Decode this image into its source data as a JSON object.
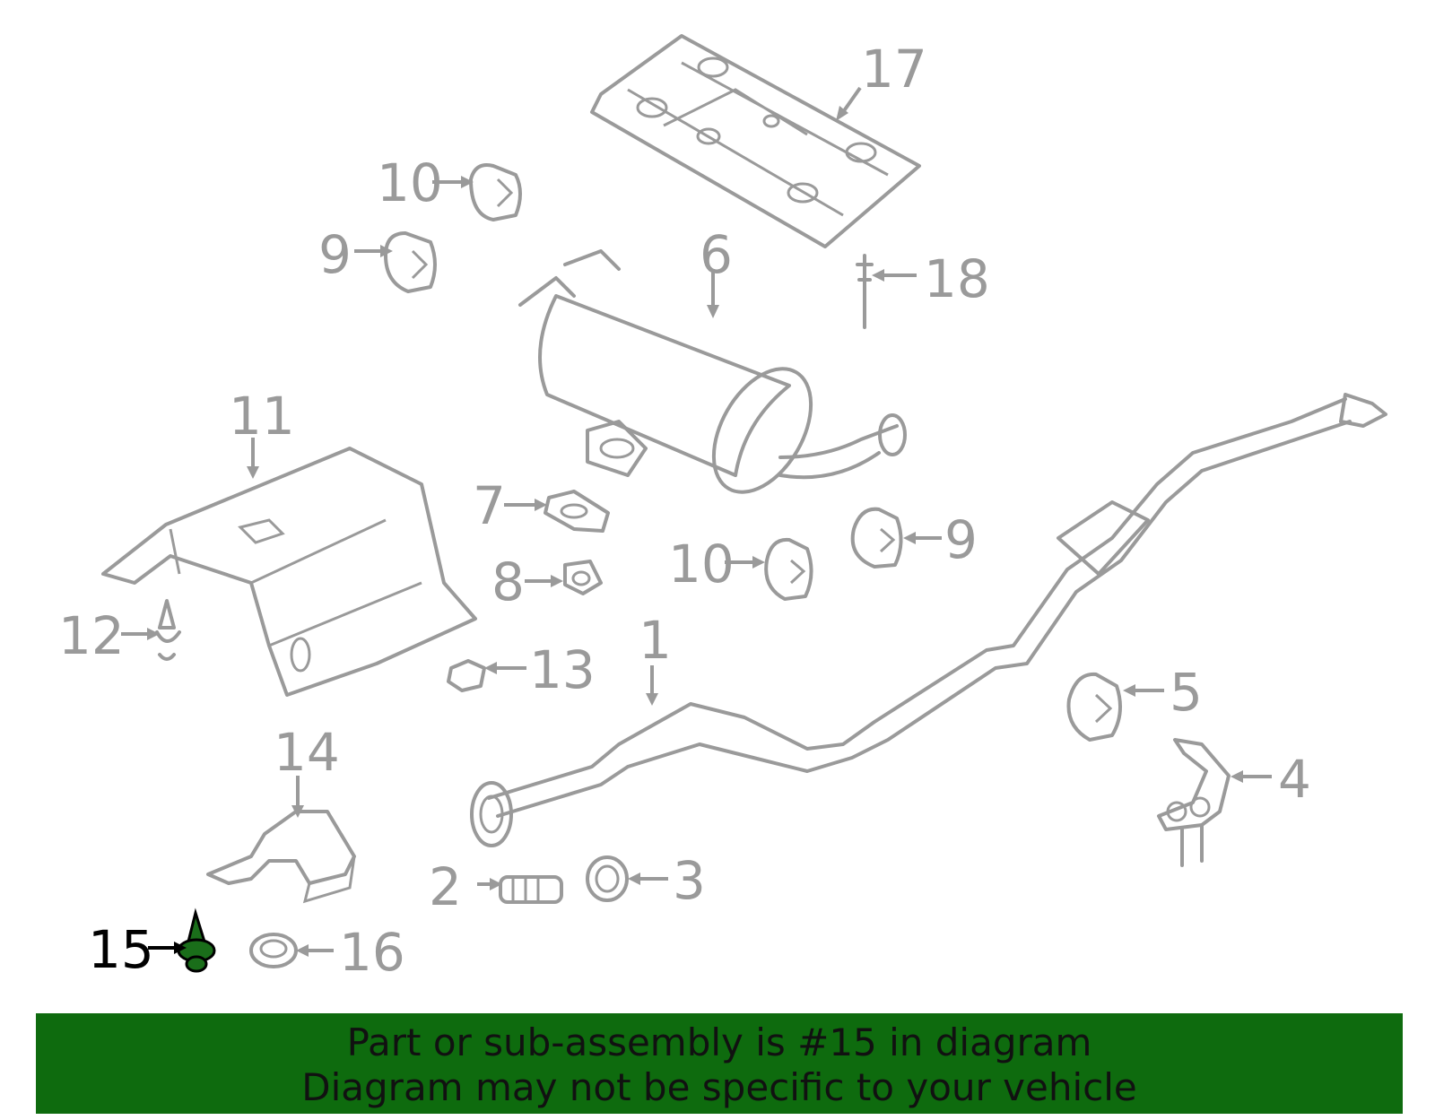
{
  "diagram": {
    "highlighted_part": "15",
    "highlight_color": "#1a6e1a",
    "part_color": "#9a9a9a",
    "callouts": [
      {
        "id": "c1",
        "label": "1"
      },
      {
        "id": "c2",
        "label": "2"
      },
      {
        "id": "c3",
        "label": "3"
      },
      {
        "id": "c4",
        "label": "4"
      },
      {
        "id": "c5",
        "label": "5"
      },
      {
        "id": "c6",
        "label": "6"
      },
      {
        "id": "c7",
        "label": "7"
      },
      {
        "id": "c8",
        "label": "8"
      },
      {
        "id": "c9a",
        "label": "9"
      },
      {
        "id": "c9b",
        "label": "9"
      },
      {
        "id": "c10a",
        "label": "10"
      },
      {
        "id": "c10b",
        "label": "10"
      },
      {
        "id": "c11",
        "label": "11"
      },
      {
        "id": "c12",
        "label": "12"
      },
      {
        "id": "c13",
        "label": "13"
      },
      {
        "id": "c14",
        "label": "14"
      },
      {
        "id": "c15",
        "label": "15"
      },
      {
        "id": "c16",
        "label": "16"
      },
      {
        "id": "c17",
        "label": "17"
      },
      {
        "id": "c18",
        "label": "18"
      }
    ]
  },
  "banner": {
    "line1": "Part or sub-assembly is #15 in diagram",
    "line2": "Diagram may not be specific to your vehicle",
    "background": "#0e6b0e"
  }
}
